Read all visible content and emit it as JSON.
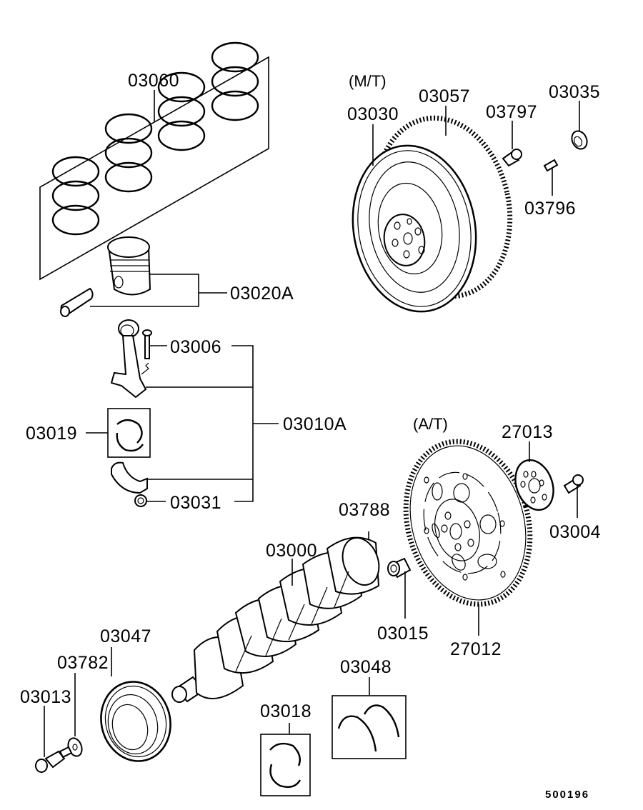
{
  "diagram": {
    "title": "Crankshaft, Piston & Flywheel Exploded View",
    "variant_labels": {
      "manual": "(M/T)",
      "automatic": "(A/T)"
    },
    "parts": {
      "piston_ring_set": "03060",
      "piston_assy": "03020A",
      "conrod_bolt": "03006",
      "conrod_assy": "03010A",
      "conrod_bearing": "03019",
      "conrod_nut": "03031",
      "flywheel": "03030",
      "ring_gear": "03057",
      "flywheel_bolt": "03797",
      "pilot_bearing": "03035",
      "dowel_pin_mt": "03796",
      "drive_plate": "27012",
      "adapter_plate": "27013",
      "drive_plate_bolt": "03004",
      "dowel_pin": "03788",
      "crankshaft": "03000",
      "bushing": "03015",
      "thrust_washer": "03048",
      "main_bearing": "03018",
      "damper_pulley": "03047",
      "washer": "03782",
      "pulley_bolt": "03013"
    },
    "reference_number": "500196"
  }
}
